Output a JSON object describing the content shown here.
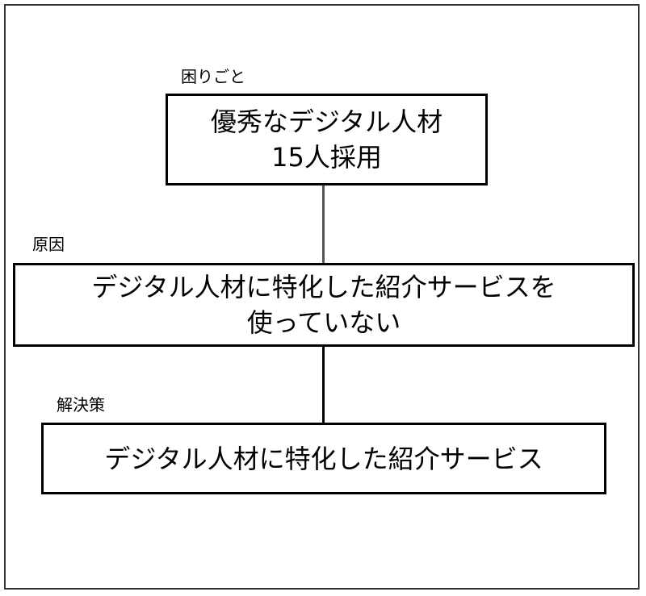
{
  "diagram": {
    "nodes": [
      {
        "label": "困りごと",
        "lines": [
          "優秀なデジタル人材",
          "15人採用"
        ]
      },
      {
        "label": "原因",
        "lines": [
          "デジタル人材に特化した紹介サービスを",
          "使っていない"
        ]
      },
      {
        "label": "解決策",
        "lines": [
          "デジタル人材に特化した紹介サービス"
        ]
      }
    ],
    "edges": [
      {
        "from": "優秀なデジタル人材 15人採用",
        "to": "デジタル人材に特化した紹介サービスを使っていない"
      },
      {
        "from": "デジタル人材に特化した紹介サービスを使っていない",
        "to": "デジタル人材に特化した紹介サービス"
      }
    ]
  }
}
